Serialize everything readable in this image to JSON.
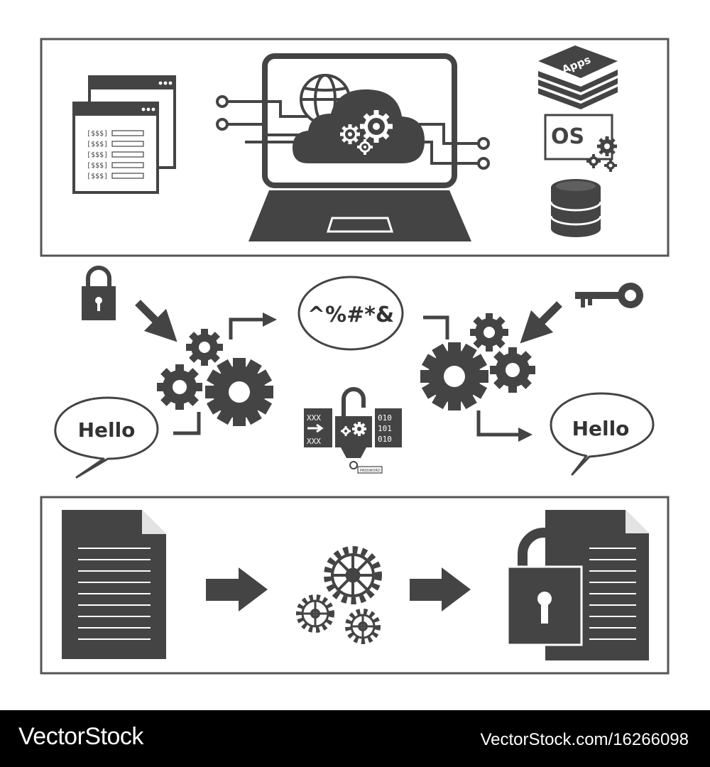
{
  "colors": {
    "icon": "#444444",
    "frame": "#555555",
    "footer_bg": "#000000",
    "footer_text": "#ffffff"
  },
  "top_panel": {
    "code_rows": [
      "[$$$]",
      "[$$$]",
      "[$$$]",
      "[$$$]",
      "[$$$]"
    ],
    "stack_label": "Apps",
    "os_label": "OS"
  },
  "middle": {
    "cipher_text": "^%#*&",
    "greeting_left": "Hello",
    "greeting_right": "Hello",
    "badge_xxx_top": "XXX",
    "badge_xxx_bottom": "XXX",
    "binary_rows": [
      "010",
      "101",
      "010"
    ],
    "password_label": "PASSWORD"
  },
  "footer": {
    "brand": "VectorStock",
    "url": "VectorStock.com/16266098"
  }
}
